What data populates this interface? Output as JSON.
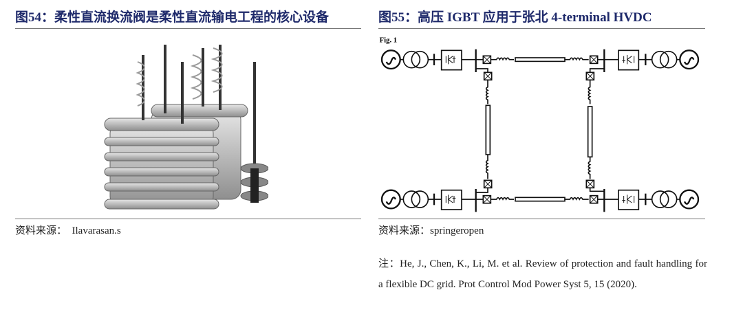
{
  "left": {
    "title": "图54：柔性直流换流阀是柔性直流输电工程的核心设备",
    "source_label": "资料来源：",
    "source": "Ilavarasan.s"
  },
  "right": {
    "title": "图55：高压 IGBT 应用于张北 4-terminal HVDC",
    "fig_label": "Fig. 1",
    "source_label": "资料来源：",
    "source": "springeropen",
    "note": "注：He, J., Chen, K., Li, M. et al. Review of protection and fault handling for a flexible DC grid. Prot Control Mod Power Syst 5, 15 (2020)."
  },
  "colors": {
    "title": "#1f2a6b",
    "rule": "#777777"
  }
}
